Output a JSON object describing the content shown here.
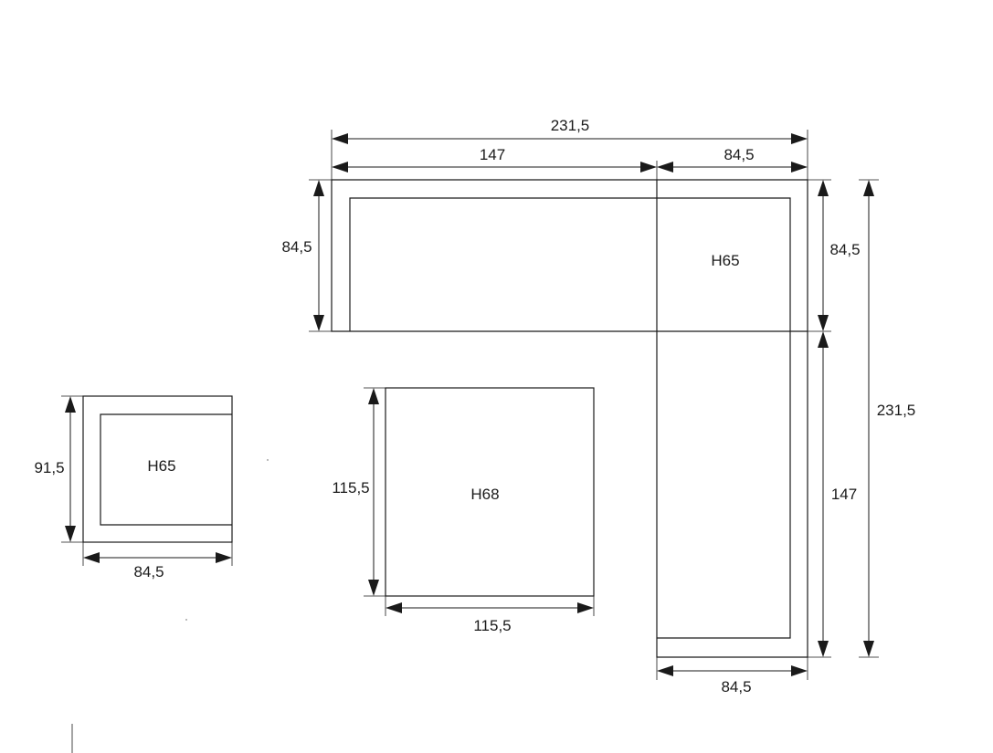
{
  "sectional": {
    "overall_width": "231,5",
    "top_long_width": "147",
    "top_corner_width": "84,5",
    "top_depth": "84,5",
    "corner_label": "H65",
    "right_corner_depth": "84,5",
    "right_long_length": "147",
    "overall_length": "231,5",
    "bottom_width": "84,5"
  },
  "table": {
    "label": "H68",
    "height_dim": "115,5",
    "width_dim": "115,5"
  },
  "ottoman": {
    "label": "H65",
    "height_dim": "91,5",
    "width_dim": "84,5"
  }
}
